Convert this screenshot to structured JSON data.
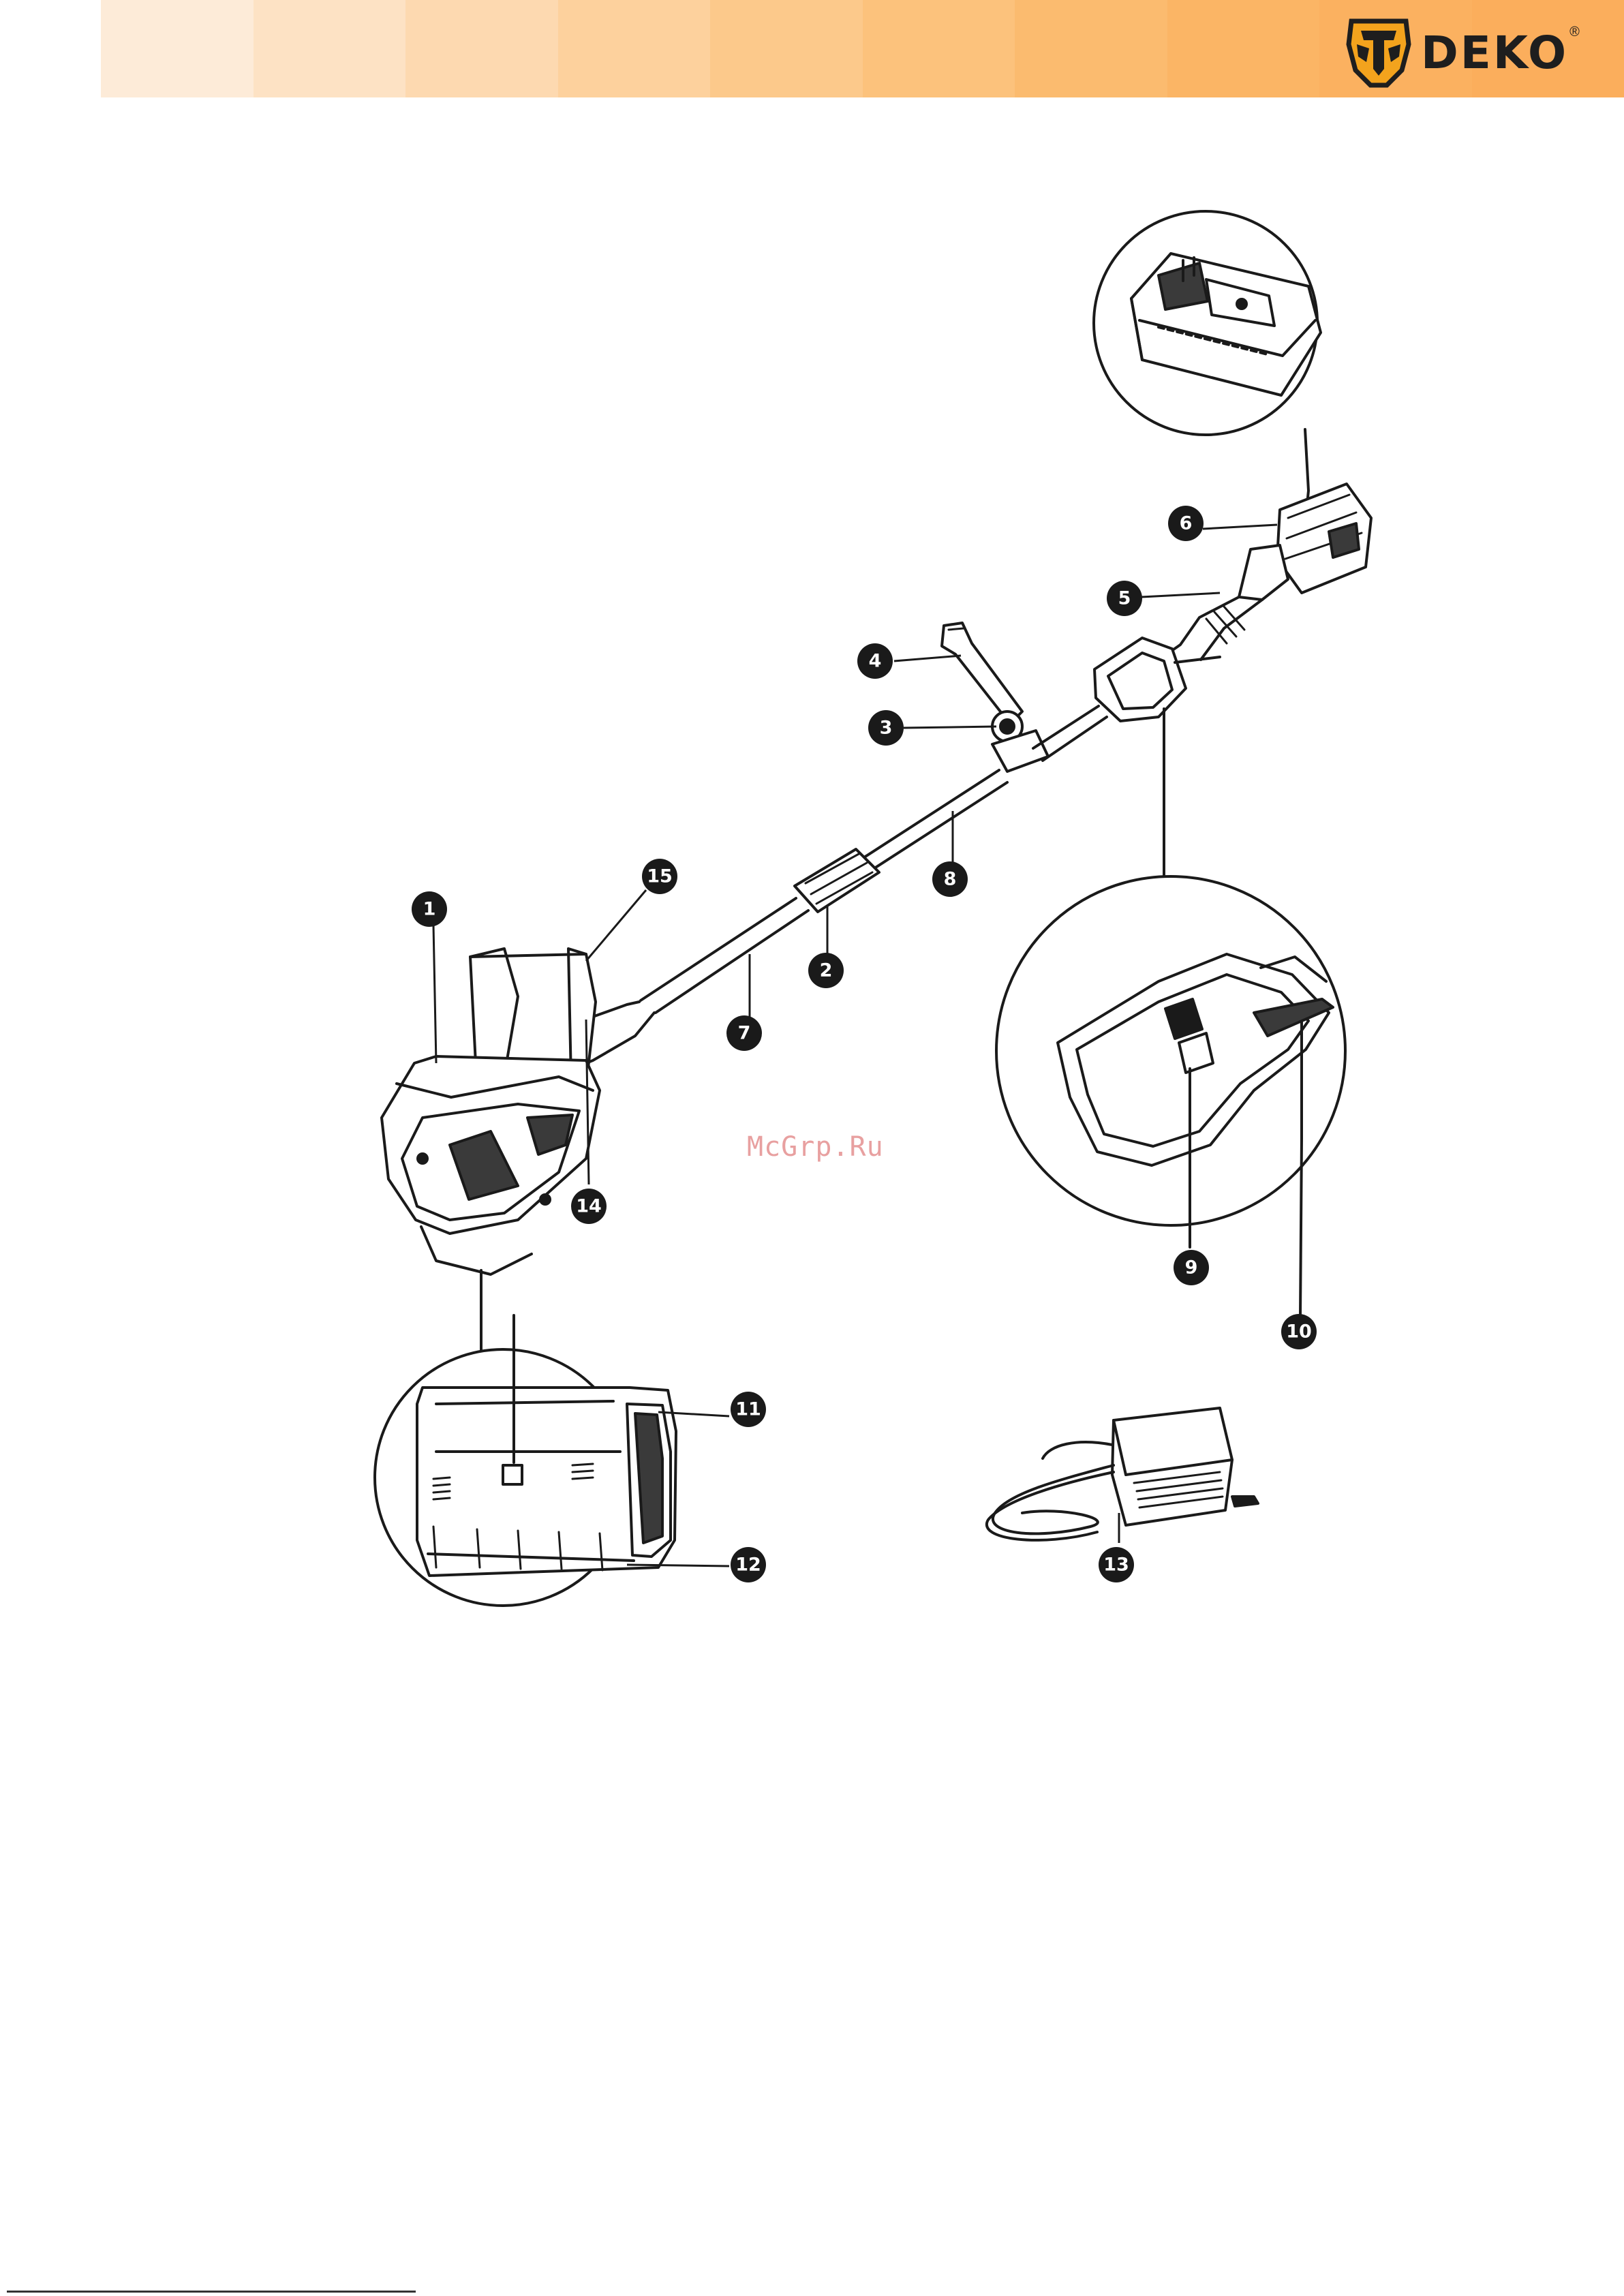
{
  "header": {
    "brand": "DEKO",
    "registered_mark": "®",
    "band_colors": [
      "#fdebd8",
      "#fde2c4",
      "#fdd9b0",
      "#fdd19d",
      "#fcc98b",
      "#fcc27c",
      "#fbbb6f",
      "#fbb565",
      "#fbb160",
      "#fbae5c"
    ],
    "logo_icon": "deko-helmet-logo-icon"
  },
  "diagram": {
    "callouts": [
      {
        "id": "1",
        "label": "1"
      },
      {
        "id": "2",
        "label": "2"
      },
      {
        "id": "3",
        "label": "3"
      },
      {
        "id": "4",
        "label": "4"
      },
      {
        "id": "5",
        "label": "5"
      },
      {
        "id": "6",
        "label": "6"
      },
      {
        "id": "7",
        "label": "7"
      },
      {
        "id": "8",
        "label": "8"
      },
      {
        "id": "9",
        "label": "9"
      },
      {
        "id": "10",
        "label": "10"
      },
      {
        "id": "11",
        "label": "11"
      },
      {
        "id": "12",
        "label": "12"
      },
      {
        "id": "13",
        "label": "13"
      },
      {
        "id": "14",
        "label": "14"
      },
      {
        "id": "15",
        "label": "15"
      }
    ]
  },
  "watermark": "McGrp.Ru"
}
